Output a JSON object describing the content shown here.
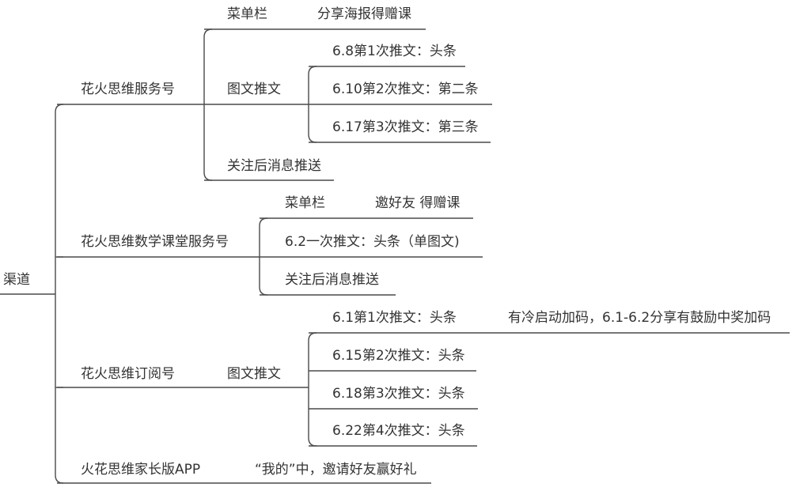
{
  "root": "渠道",
  "branches": [
    {
      "label": "花火思维服务号",
      "children": [
        {
          "label": "菜单栏",
          "note": "分享海报得赠课"
        },
        {
          "label": "图文推文",
          "items": [
            "6.8第1次推文：头条",
            "6.10第2次推文：第二条",
            "6.17第3次推文：第三条"
          ]
        },
        {
          "label": "关注后消息推送"
        }
      ]
    },
    {
      "label": "花火思维数学课堂服务号",
      "children": [
        {
          "label": "菜单栏",
          "note": "邀好友 得赠课"
        },
        {
          "label": "6.2一次推文：头条（单图文)"
        },
        {
          "label": "关注后消息推送"
        }
      ]
    },
    {
      "label": "花火思维订阅号",
      "children": [
        {
          "label": "图文推文",
          "items": [
            "6.1第1次推文：头条",
            "6.15第2次推文：头条",
            "6.18第3次推文：头条",
            "6.22第4次推文：头条"
          ],
          "item_note": "有冷启动加码，6.1-6.2分享有鼓励中奖加码"
        }
      ]
    },
    {
      "label": "火花思维家长版APP",
      "note": "“我的”中，邀请好友赢好礼"
    }
  ]
}
